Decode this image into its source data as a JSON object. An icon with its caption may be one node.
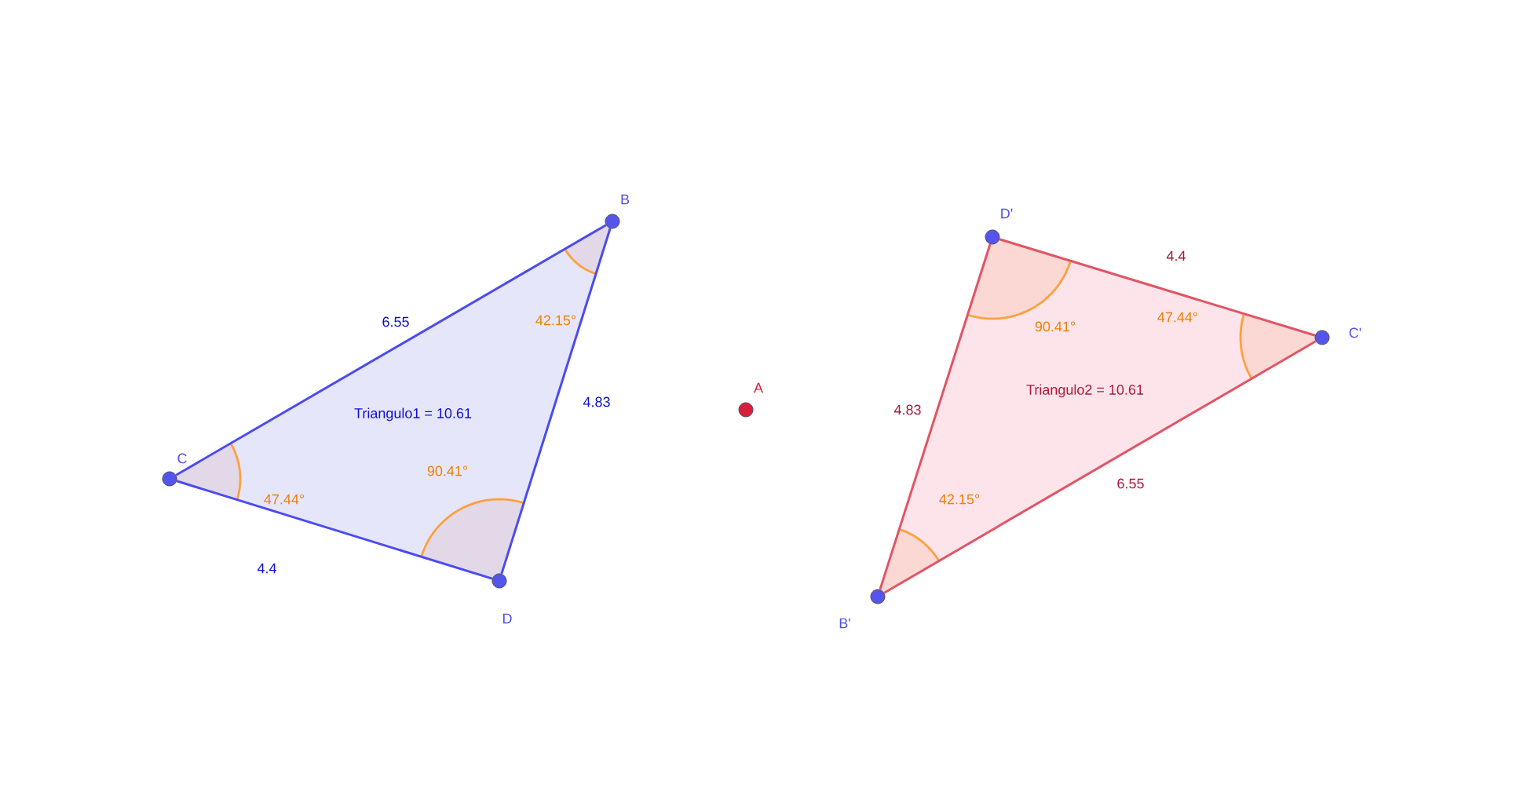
{
  "diagram": {
    "nodes": [
      {
        "text": [],
        "shape": "circle",
        "beside": [
          "B"
        ]
      },
      {
        "text": [],
        "shape": "circle",
        "beside": [
          "D'"
        ]
      },
      {
        "text": [],
        "shape": "circle",
        "beside": [
          "C'"
        ]
      },
      {
        "text": [],
        "shape": "circle",
        "beside": [
          "A"
        ]
      },
      {
        "text": [],
        "shape": "circle",
        "beside": [
          "C"
        ]
      },
      {
        "text": [],
        "shape": "circle",
        "beside": [
          "D"
        ]
      },
      {
        "text": [],
        "shape": "circle",
        "beside": [
          "B'"
        ]
      }
    ],
    "edges": [
      {
        "from": 4,
        "to": 0,
        "arrow": "none",
        "label": "6.55",
        "color": "#4b4bf0"
      },
      {
        "from": 0,
        "to": 5,
        "arrow": "none",
        "label": "4.83",
        "color": "#4b4bf0"
      },
      {
        "from": 5,
        "to": 4,
        "arrow": "none",
        "label": "4.4",
        "color": "#4b4bf0"
      },
      {
        "from": 1,
        "to": 2,
        "arrow": "none",
        "label": "4.4",
        "color": "#e05566"
      },
      {
        "from": 2,
        "to": 6,
        "arrow": "none",
        "label": "6.55",
        "color": "#e05566"
      },
      {
        "from": 6,
        "to": 1,
        "arrow": "none",
        "label": "4.83",
        "color": "#e05566"
      }
    ],
    "labels": [
      "47.44°",
      "42.15°",
      "90.41°",
      "Triangulo2 = 10.61",
      "Triangulo1 = 10.61",
      "90.41°",
      "47.44°",
      "42.15°"
    ]
  }
}
